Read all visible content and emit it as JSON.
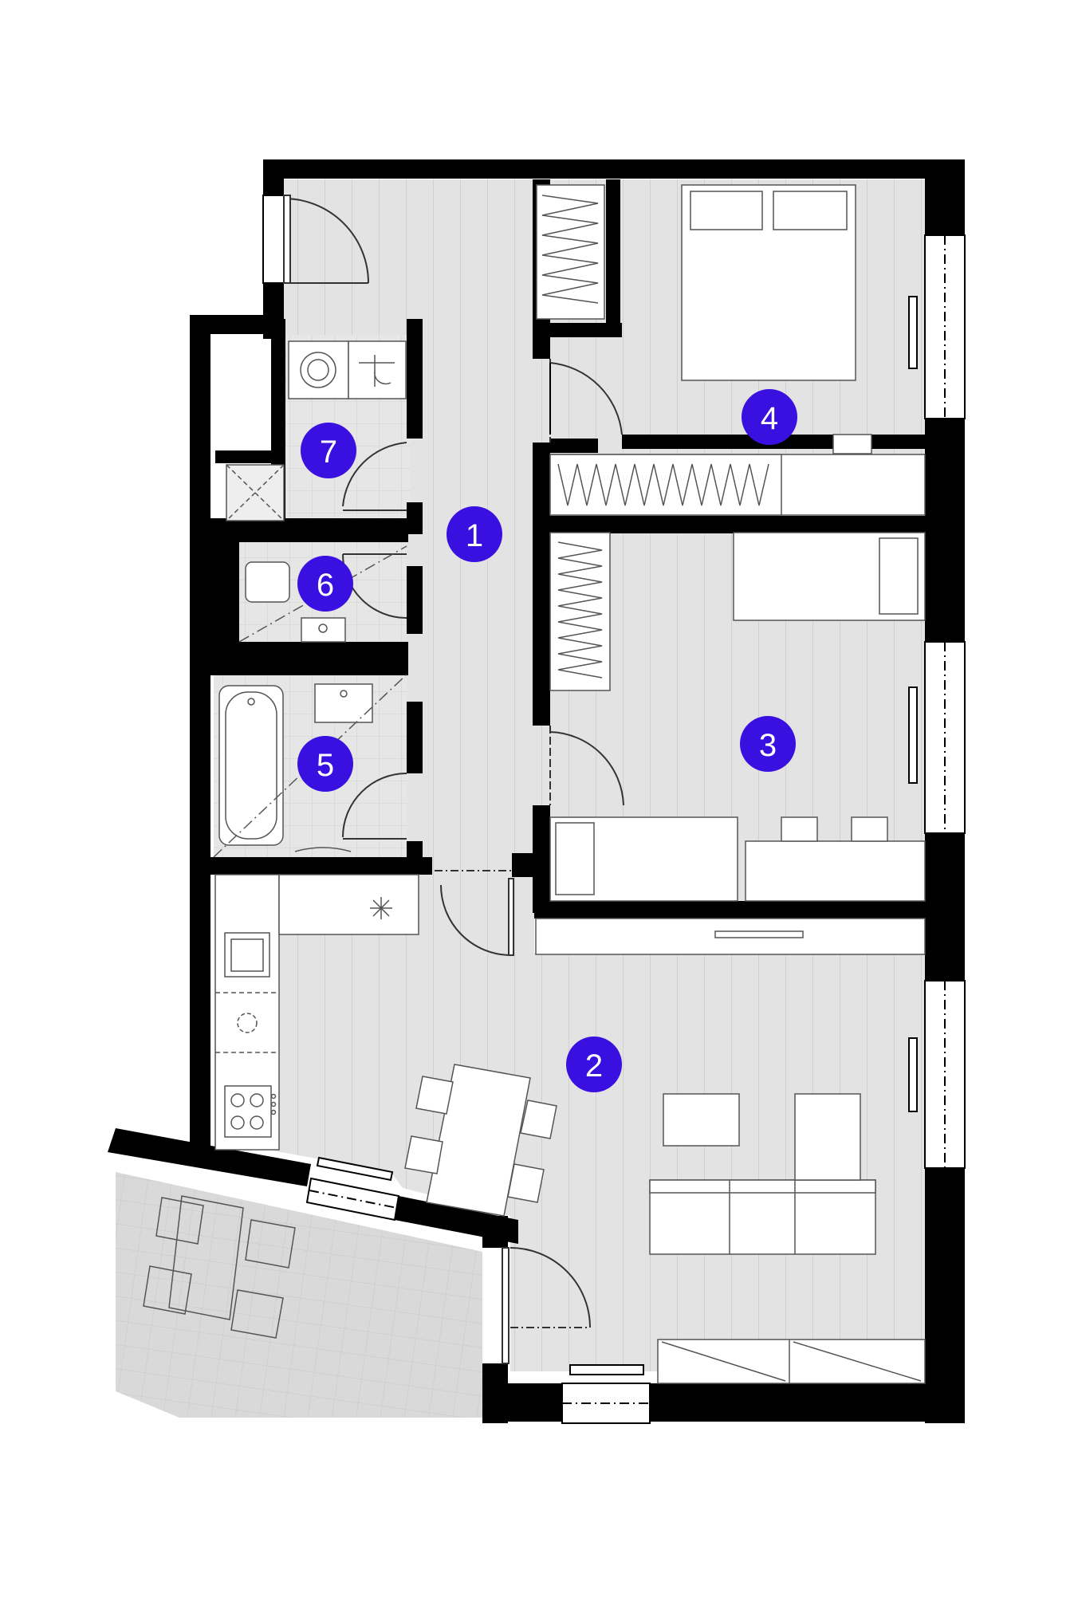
{
  "colors": {
    "wall": "#000000",
    "floor": "#e3e3e3",
    "plank": "#d2d2d2",
    "marker": "#3a10e0",
    "marker_text": "#ffffff",
    "furniture": "#ffffff",
    "line": "#555555"
  },
  "rooms": [
    {
      "id": "hall",
      "label": "1"
    },
    {
      "id": "living",
      "label": "2"
    },
    {
      "id": "bedroom-small",
      "label": "3"
    },
    {
      "id": "bedroom-master",
      "label": "4"
    },
    {
      "id": "bathroom",
      "label": "5"
    },
    {
      "id": "wc",
      "label": "6"
    },
    {
      "id": "utility",
      "label": "7"
    }
  ]
}
